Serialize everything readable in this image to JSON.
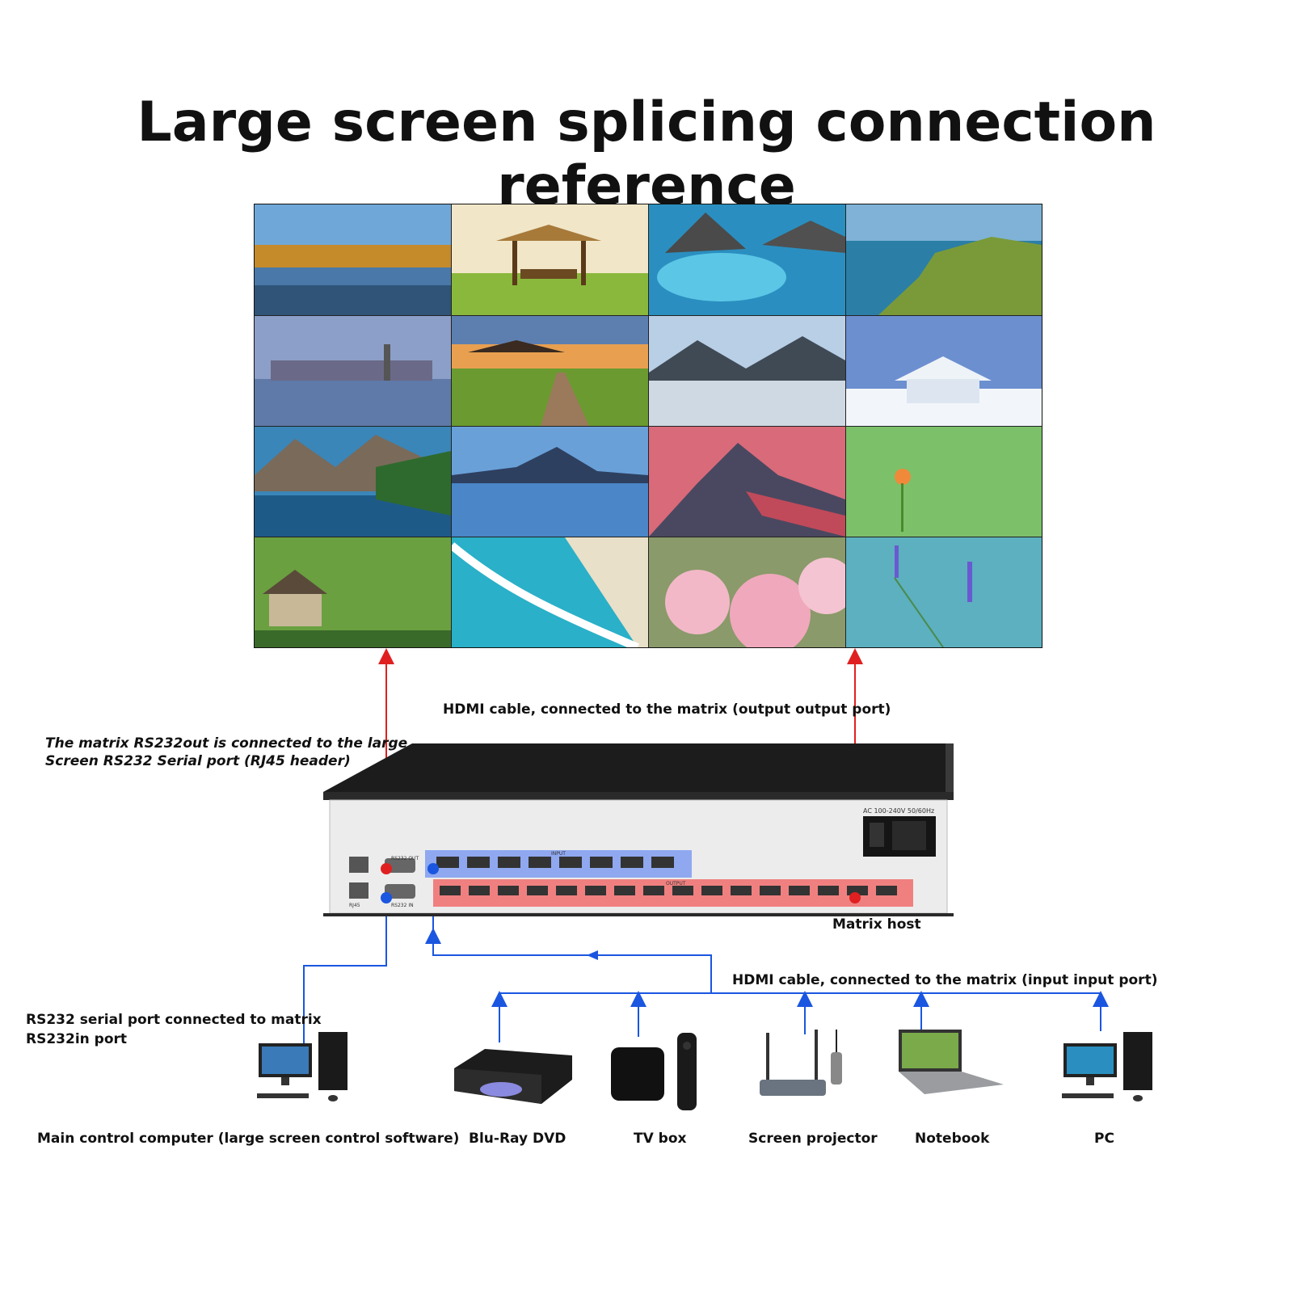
{
  "title": "Large screen splicing connection reference",
  "labels": {
    "hdmi_output": "HDMI cable, connected to the matrix (output output port)",
    "rs232out_line1": "The matrix RS232out is connected to the large",
    "rs232out_line2": "Screen RS232  Serial port (RJ45 header)",
    "matrix_host": "Matrix host",
    "hdmi_input": "HDMI cable, connected to the matrix (input input port)",
    "rs232in_line1": "RS232 serial port connected to matrix",
    "rs232in_line2": "RS232in port"
  },
  "panel": {
    "power_label": "AC 100-240V 50/60Hz",
    "rs232_out": "RS232 OUT",
    "rs232_in": "RS232 IN",
    "rj45": "RJ45",
    "input": "INPUT",
    "output": "OUTPUT"
  },
  "devices": [
    {
      "name": "Main control computer (large screen control software)"
    },
    {
      "name": "Blu-Ray DVD"
    },
    {
      "name": "TV box"
    },
    {
      "name": "Screen projector"
    },
    {
      "name": "Notebook"
    },
    {
      "name": "PC"
    }
  ],
  "colors": {
    "red_line": "#e02020",
    "blue_line": "#1a56e0",
    "input_band": "#8fa8f0",
    "output_band": "#f08080",
    "chassis_top": "#1c1c1c",
    "panel": "#ececec"
  }
}
